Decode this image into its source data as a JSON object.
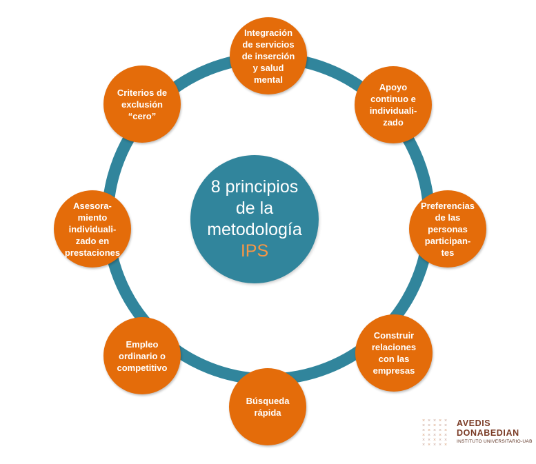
{
  "center": {
    "lines": [
      "8 principios",
      "de la",
      "metodología"
    ],
    "accent": "IPS"
  },
  "principles": [
    "Integración\nde servicios\nde inserción\ny salud\nmental",
    "Apoyo\ncontinuo e\nindividuali-\nzado",
    "Preferencias\nde las\npersonas\nparticipan-\ntes",
    "Construir\nrelaciones\ncon las\nempresas",
    "Búsqueda\nrápida",
    "Empleo\nordinario o\ncompetitivo",
    "Asesora-\nmiento\nindividuali-\nzado en\nprestaciones",
    "Criterios de\nexclusión\n“cero”"
  ],
  "logo": {
    "name_line1": "AVEDIS",
    "name_line2": "DONABEDIAN",
    "subtitle": "INSTITUTO UNIVERSITARIO-UAB"
  },
  "colors": {
    "node": "#E46C0A",
    "center": "#31859C",
    "ring": "#31859C",
    "accent": "#F79646"
  }
}
